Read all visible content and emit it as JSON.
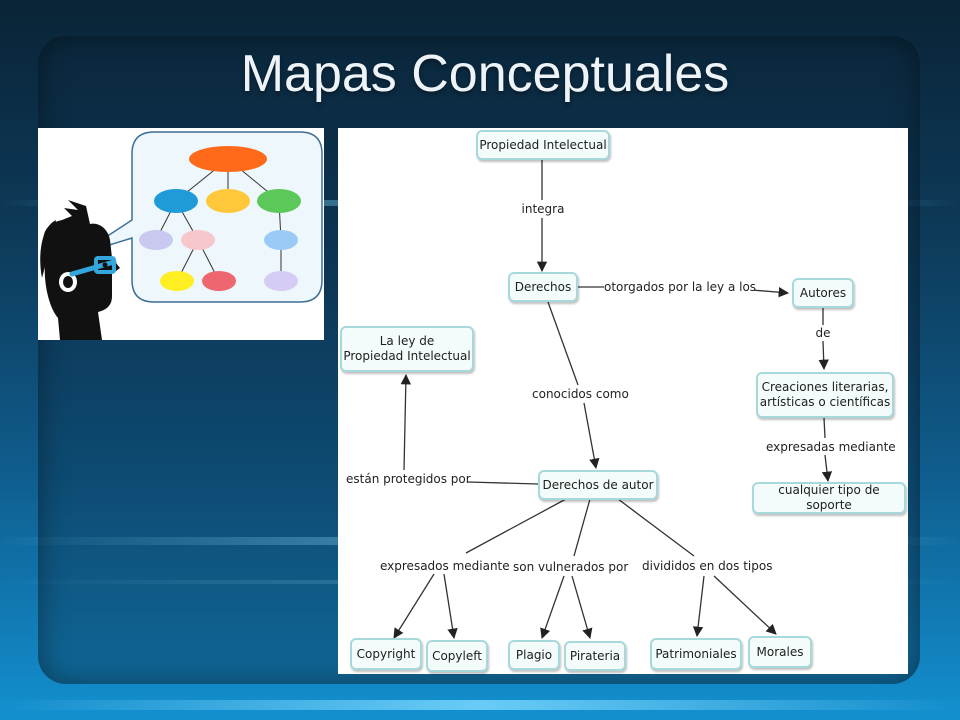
{
  "slide": {
    "title": "Mapas Conceptuales"
  },
  "illustration": {
    "icons": [
      "person-with-glasses-icon",
      "speech-bubble-icon",
      "hierarchy-tree-icon"
    ],
    "node_colors": [
      "#ff6a1a",
      "#1f9bd7",
      "#ffc83a",
      "#5cc85a",
      "#c8c8f0",
      "#f6c8cc",
      "#9ccaf6",
      "#ffee22",
      "#ee6670",
      "#d4ccf4"
    ]
  },
  "concept_map": {
    "nodes": {
      "propiedad": "Propiedad Intelectual",
      "derechos": "Derechos",
      "autores": "Autores",
      "ley_line1": "La ley de",
      "ley_line2": "Propiedad Intelectual",
      "creaciones_line1": "Creaciones literarias,",
      "creaciones_line2": "artísticas o científicas",
      "soporte": "cualquier tipo de soporte",
      "derechos_autor": "Derechos de autor",
      "copyright": "Copyright",
      "copyleft": "Copyleft",
      "plagio": "Plagio",
      "pirateria": "Pirateria",
      "patrimoniales": "Patrimoniales",
      "morales": "Morales"
    },
    "links": {
      "integra": "integra",
      "otorgados": "otorgados por la ley a los",
      "de": "de",
      "conocidos": "conocidos como",
      "expresadas": "expresadas mediante",
      "protegidos": "están protegidos por",
      "expresados": "expresados mediante",
      "vulnerados": "son vulnerados por",
      "divididos": "divididos en dos tipos"
    },
    "colors": {
      "node_fill": "#f4fbfb",
      "node_border": "#a6d8dc",
      "line": "#333333"
    }
  }
}
